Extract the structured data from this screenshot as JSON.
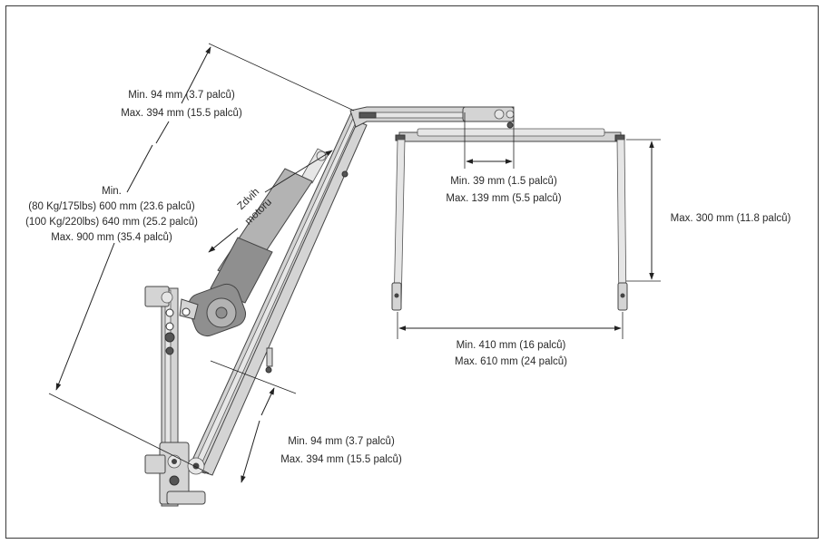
{
  "labels": {
    "top_arm_min": "Min. 94 mm (3.7 palců)",
    "top_arm_max": "Max. 394 mm (15.5 palců)",
    "main_arm_min": "Min.",
    "main_arm_80": "(80 Kg/175lbs) 600 mm (23.6 palců)",
    "main_arm_100": "(100 Kg/220lbs) 640 mm (25.2 palců)",
    "main_arm_max": "Max. 900 mm (35.4 palců)",
    "stroke_line1": "Zdvih",
    "stroke_line2": "motoru",
    "spread_min": "Min. 39 mm (1.5 palců)",
    "spread_max": "Max. 139 mm (5.5 palců)",
    "height_max": "Max. 300 mm (11.8 palců)",
    "width_min": "Min. 410 mm (16 palců)",
    "width_max": "Max. 610 mm (24 palců)",
    "base_min": "Min. 94 mm (3.7 palců)",
    "base_max": "Max. 394 mm (15.5 palců)"
  }
}
